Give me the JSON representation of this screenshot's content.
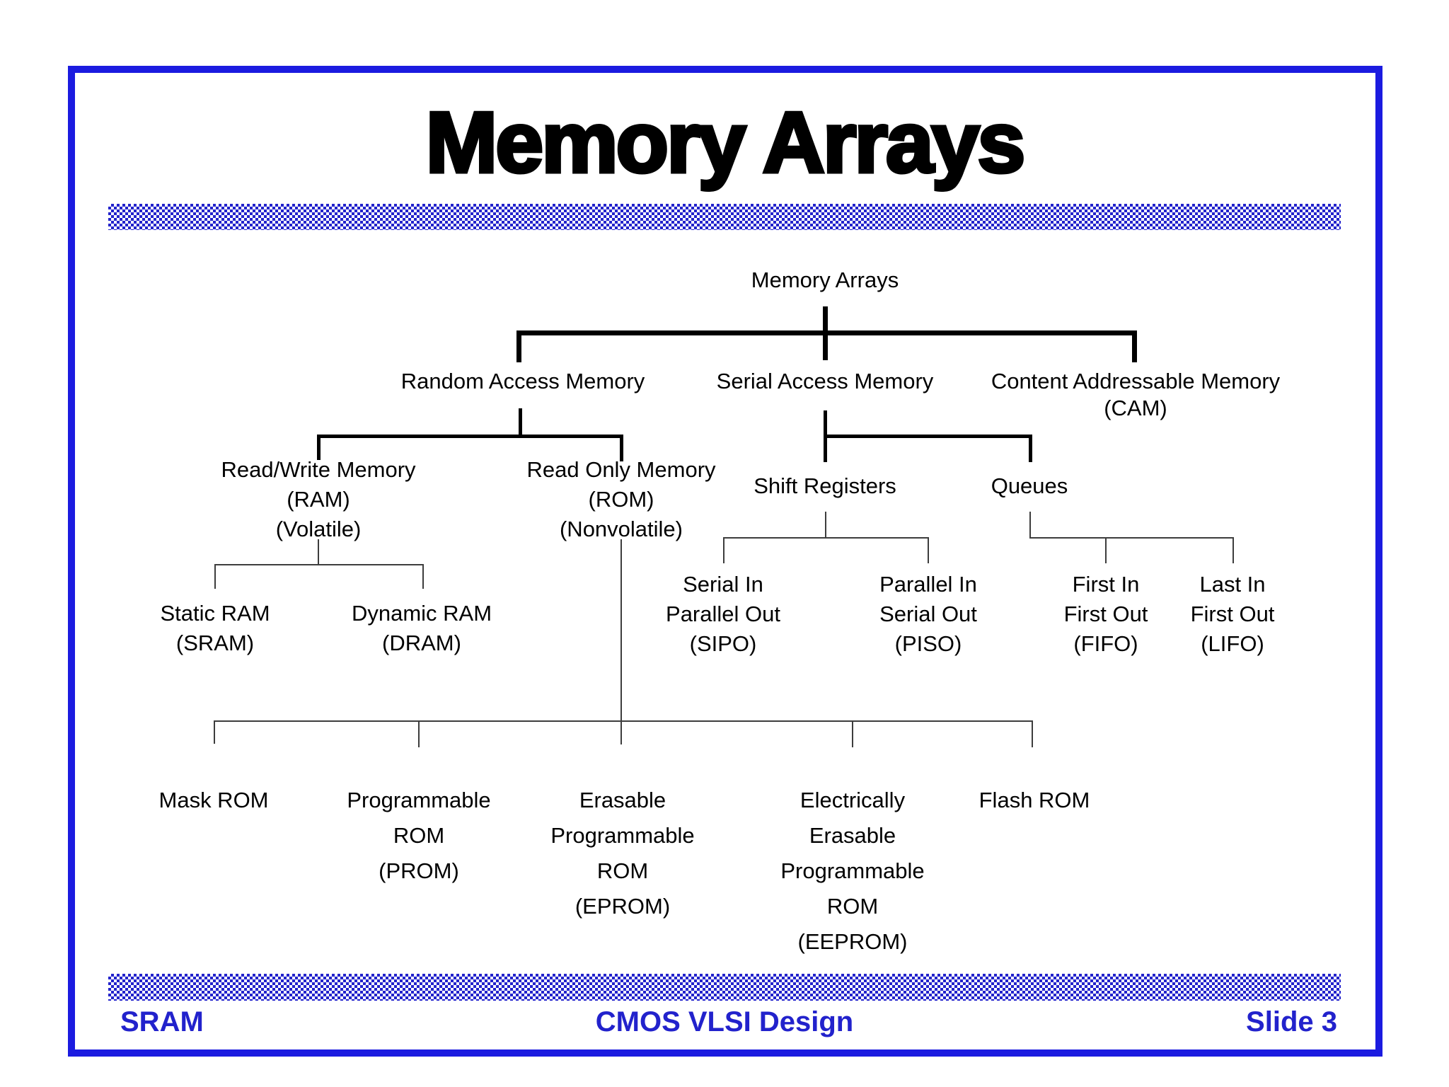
{
  "title": "Memory Arrays",
  "colors": {
    "accent_blue": "#1b1be0",
    "checker_blue": "#2323cc",
    "footer_text_blue": "#2222cc",
    "line_black": "#000000",
    "thin_line_gray": "#3d3d3d"
  },
  "tree": {
    "nodes": [
      {
        "id": "memory-arrays",
        "label": "Memory Arrays"
      },
      {
        "id": "random-access-memory",
        "label": "Random Access Memory"
      },
      {
        "id": "serial-access-memory",
        "label": "Serial Access Memory"
      },
      {
        "id": "content-addressable-memory",
        "label": "Content Addressable Memory\n(CAM)"
      },
      {
        "id": "read-write-memory",
        "label": "Read/Write Memory\n(RAM)\n(Volatile)"
      },
      {
        "id": "read-only-memory",
        "label": "Read Only Memory\n(ROM)\n(Nonvolatile)"
      },
      {
        "id": "shift-registers",
        "label": "Shift Registers"
      },
      {
        "id": "queues",
        "label": "Queues"
      },
      {
        "id": "static-ram",
        "label": "Static RAM\n(SRAM)"
      },
      {
        "id": "dynamic-ram",
        "label": "Dynamic RAM\n(DRAM)"
      },
      {
        "id": "sipo",
        "label": "Serial In\nParallel Out\n(SIPO)"
      },
      {
        "id": "piso",
        "label": "Parallel In\nSerial Out\n(PISO)"
      },
      {
        "id": "fifo",
        "label": "First In\nFirst Out\n(FIFO)"
      },
      {
        "id": "lifo",
        "label": "Last In\nFirst Out\n(LIFO)"
      },
      {
        "id": "mask-rom",
        "label": "Mask ROM"
      },
      {
        "id": "prom",
        "label": "Programmable\nROM\n(PROM)"
      },
      {
        "id": "eprom",
        "label": "Erasable\nProgrammable\nROM\n(EPROM)"
      },
      {
        "id": "eeprom",
        "label": "Electrically\nErasable\nProgrammable\nROM\n(EEPROM)"
      },
      {
        "id": "flash-rom",
        "label": "Flash ROM"
      }
    ]
  },
  "footer": {
    "left": "SRAM",
    "center": "CMOS VLSI Design",
    "right": "Slide 3"
  }
}
